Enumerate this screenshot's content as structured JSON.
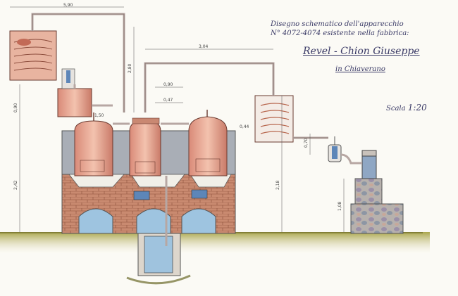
{
  "title": {
    "line1": "Disegno schematico dell'apparecchio",
    "line2": "N° 4072-4074 esistente nella fabbrica:",
    "maker": "Revel - Chion Giuseppe",
    "place": "in Chiaverano"
  },
  "scale": {
    "label": "Scala",
    "value": "1:20"
  },
  "dimensions": {
    "top_width": "5,90",
    "mid_width": "3,04",
    "tank_height": "2,80",
    "plate_a": "0,90",
    "plate_b": "0,47",
    "right_h": "0,70",
    "left_total": "2,42",
    "left_mid": "0,90",
    "right_total": "2,18",
    "stand_h": "1,08",
    "small_a": "0,44",
    "small_b": "1,50"
  },
  "colors": {
    "copper": "#e8a890",
    "brick": "#c2775c",
    "furnace_stone": "#a5aab2",
    "water": "#9cc3e0",
    "pipe": "#b8a6a0",
    "ground": "#8a8a3a"
  }
}
